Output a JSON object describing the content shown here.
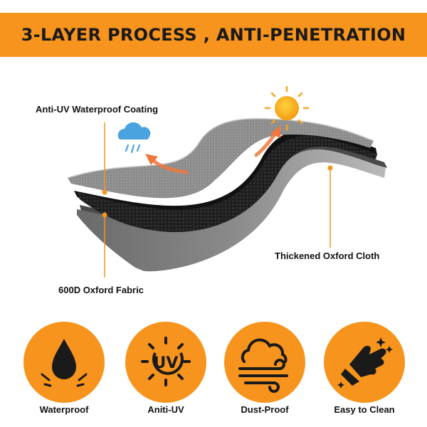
{
  "banner": {
    "title": "3-LAYER PROCESS , ANTI-PENETRATION"
  },
  "layers": {
    "top_label": "Anti-UV Waterproof Coating",
    "middle_label": "Thickened Oxford Cloth",
    "bottom_label": "600D Oxford Fabric"
  },
  "features": [
    {
      "label": "Waterproof",
      "icon": "water-drop-icon"
    },
    {
      "label": "Aniti-UV",
      "icon": "uv-sun-icon",
      "icon_text": "UV"
    },
    {
      "label": "Dust-Proof",
      "icon": "dust-wind-icon"
    },
    {
      "label": "Easy to Clean",
      "icon": "hand-wipe-icon"
    }
  ],
  "colors": {
    "accent": "#f7941d",
    "text": "#111111",
    "icon": "#1a1a1a"
  }
}
